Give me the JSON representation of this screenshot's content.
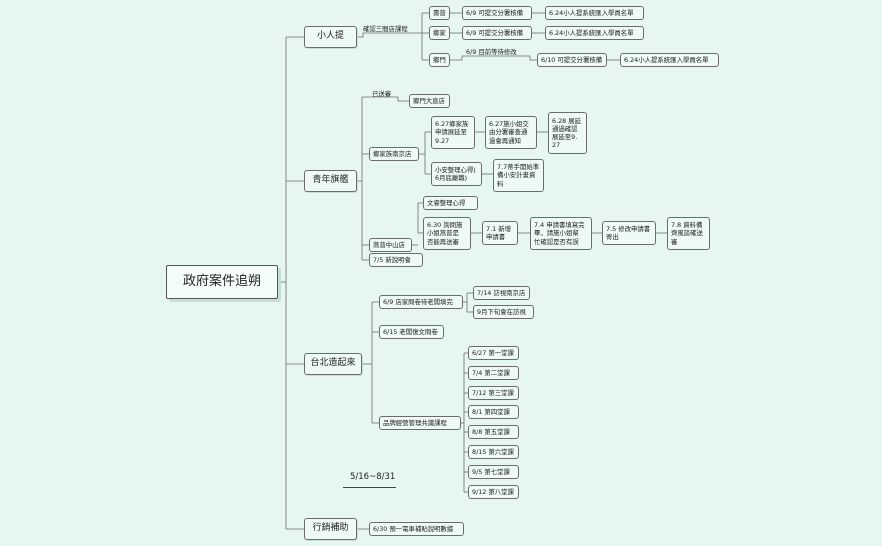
{
  "root": "政府案件追朔",
  "branches": {
    "b1": "小人提",
    "b2": "青年旗艦",
    "b3": "台北造起來",
    "b4": "行銷補助"
  },
  "nodes": {
    "n1_label": "確認三間店課程",
    "n1_g1": "壽普",
    "n1_g1_a": "6/9  可提交分署核備",
    "n1_g1_b": "6.24小人提系統匯入學員名單",
    "n1_g2": "鄉家",
    "n1_g2_a": "6/9  可提交分署核備",
    "n1_g2_b": "6.24小人提系統匯入學員名單",
    "n1_g3": "鄉門",
    "n1_g3_lbl": "6/9 目前等待修改",
    "n1_g3_a": "6/10 可提交分署核備",
    "n1_g3_b": "6.24小人提系統匯入學員名單",
    "n2_a_label": "已送審",
    "n2_a": "鄉門大直店",
    "n2_b": "鄉家族南京店",
    "n2_b1": "6.27鄉家族\n申請展延至\n9.27",
    "n2_b1_a": "6.27施小姐交\n由分署審查通\n過會再通知",
    "n2_b1_b": "6.28 展延\n通過確認\n展延至9.\n27",
    "n2_b2": "小安整理心得(\n6月底離職)",
    "n2_b2_a": "7.7蒂手開始準\n備小安計畫資\n料",
    "n2_c": "蒿普中山店",
    "n2_c1": "文睿整理心得",
    "n2_c2": "6.30 詢問施\n小姐蒿普是\n否能再送審",
    "n2_c2_a": "7.1 新增\n申請書",
    "n2_c2_b": "7.4 申請書填寫完\n畢，請施小姐幫\n忙確認是否有誤",
    "n2_c2_c": "7.5 修改申請書\n寄出",
    "n2_c2_d": "7.8 資料備\n齊風談確送\n審",
    "n2_d": "7/5 新說明會",
    "n3_a": "6/9 店家問卷待老闆填完",
    "n3_a1": "7/14 訪視南京店",
    "n3_a2": "9月下旬會在訪視",
    "n3_b": "6/15 老闆復文問卷",
    "n3_c": "品牌經營管理共識課程",
    "n3_c_items": [
      "6/27 第一堂課",
      "7/4 第二堂課",
      "7/12 第三堂課",
      "8/1 第四堂課",
      "8/8 第五堂課",
      "8/15 第六堂課",
      "9/5 第七堂課",
      "9/12 第八堂課"
    ],
    "n3_date": "5/16~8/31",
    "n4_a": "6/30 預一電車補貼說明數據"
  },
  "colors": {
    "background": "#e6f7ef",
    "line": "#6c6c6c",
    "node_fill": "#eefaf4"
  }
}
